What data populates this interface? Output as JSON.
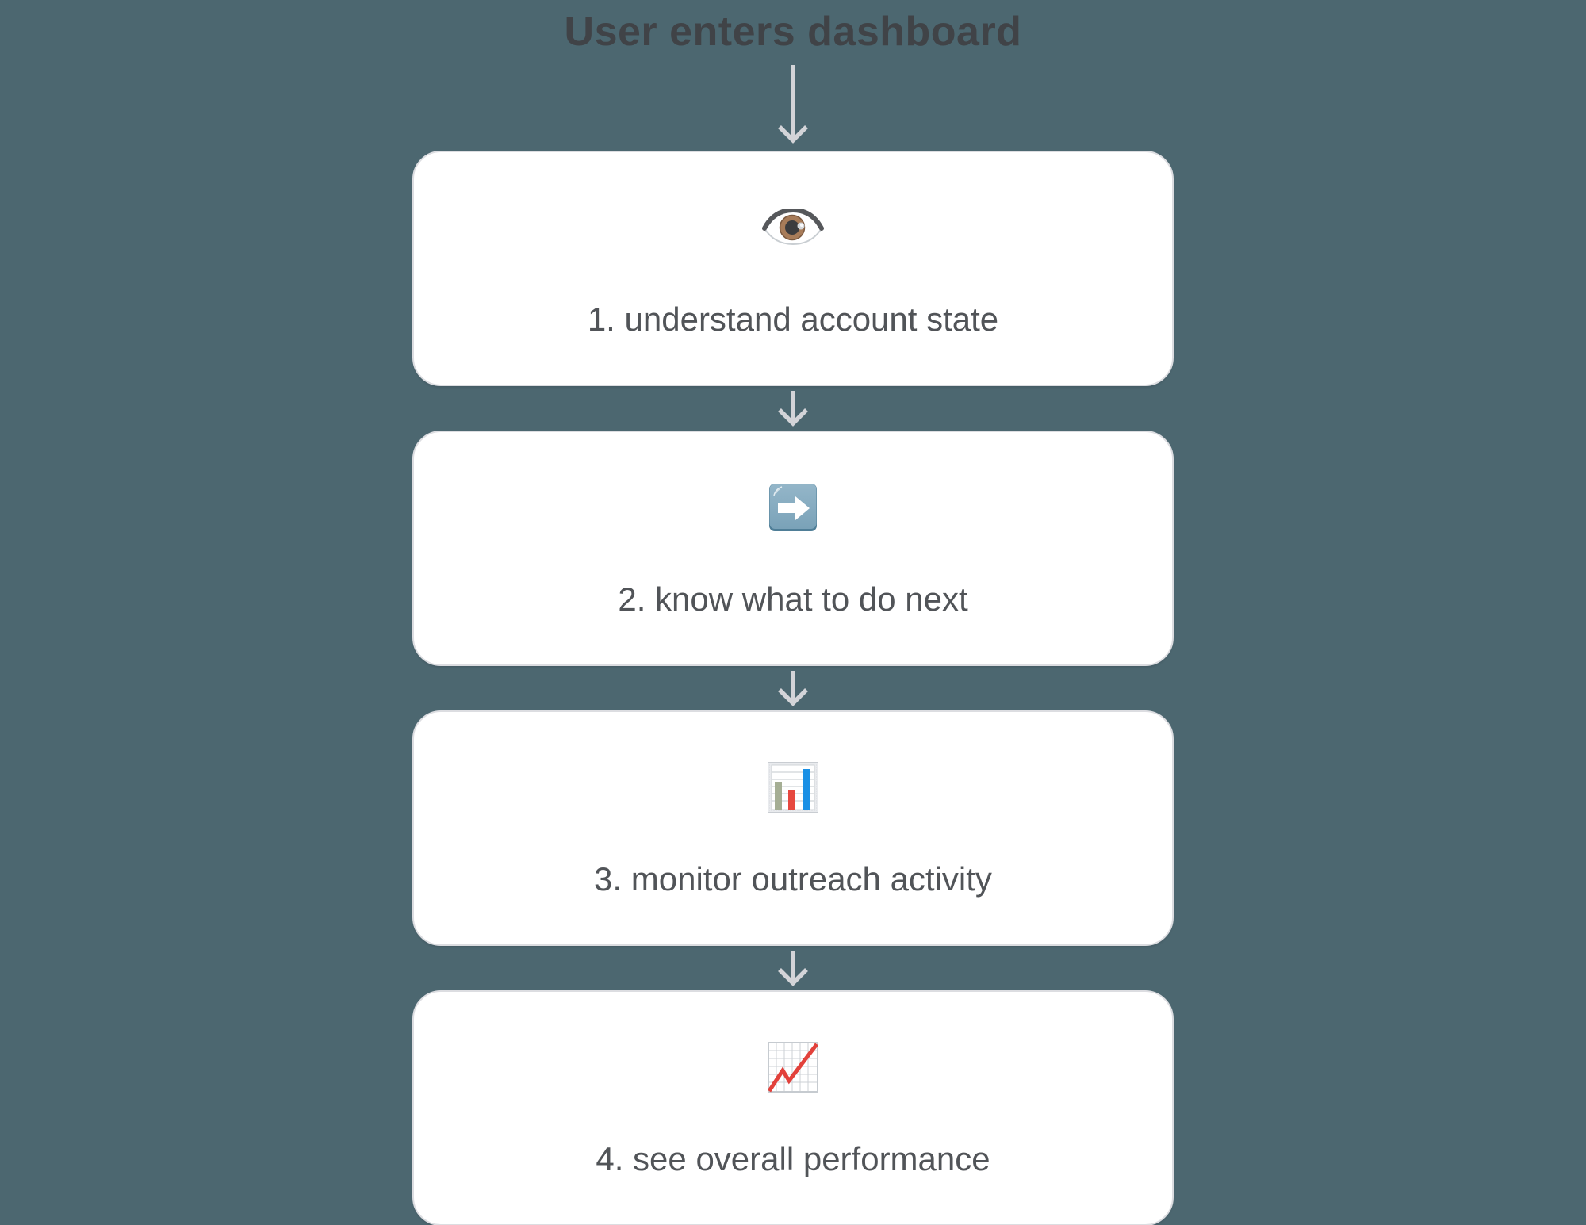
{
  "title": "User enters dashboard",
  "steps": [
    {
      "icon": "eye-emoji-icon",
      "label": "1. understand account state"
    },
    {
      "icon": "right-arrow-emoji-icon",
      "label": "2. know what to do next"
    },
    {
      "icon": "bar-chart-emoji-icon",
      "label": "3. monitor outreach activity"
    },
    {
      "icon": "chart-increasing-emoji-icon",
      "label": "4. see overall performance"
    }
  ],
  "colors": {
    "background": "#4c6770",
    "card_background": "#ffffff",
    "card_border": "#dcdde1",
    "connector": "#d3d4d8",
    "title_text": "#404347",
    "step_text": "#515458"
  }
}
